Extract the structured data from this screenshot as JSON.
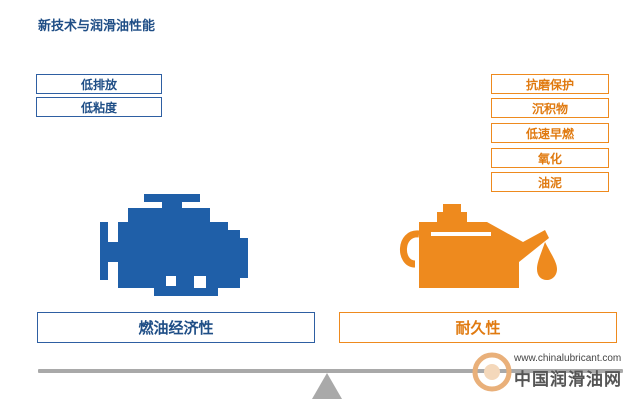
{
  "title": "新技术与润滑油性能",
  "left_tags": [
    "低排放",
    "低粘度"
  ],
  "right_tags": [
    "抗磨保护",
    "沉积物",
    "低速早燃",
    "氧化",
    "油泥"
  ],
  "left_label": "燃油经济性",
  "right_label": "耐久性",
  "icons": {
    "left": "engine-icon",
    "right": "oil-can-icon"
  },
  "colors": {
    "blue": "#1f5fa8",
    "orange": "#ee8a1e",
    "beam": "#a9a9a9"
  },
  "watermark": {
    "url": "www.chinalubricant.com",
    "name": "中国润滑油网"
  }
}
